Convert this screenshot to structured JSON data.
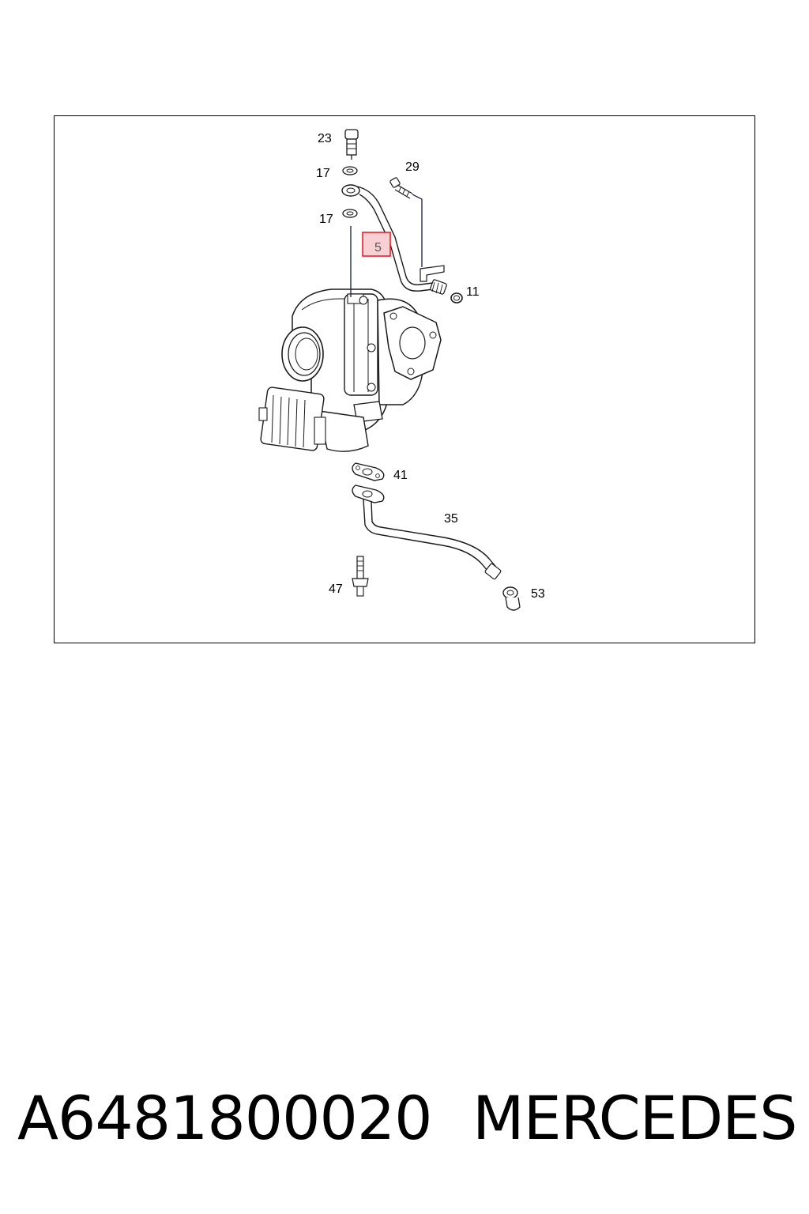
{
  "diagram": {
    "callouts": [
      "23",
      "17",
      "17",
      "29",
      "5",
      "11",
      "41",
      "35",
      "47",
      "53"
    ],
    "highlighted_callout": "5",
    "highlight_color": "#e8202a",
    "highlight_fill": "#f8d0d4"
  },
  "footer": {
    "part_number": "A6481800020",
    "brand": "MERCEDES"
  }
}
